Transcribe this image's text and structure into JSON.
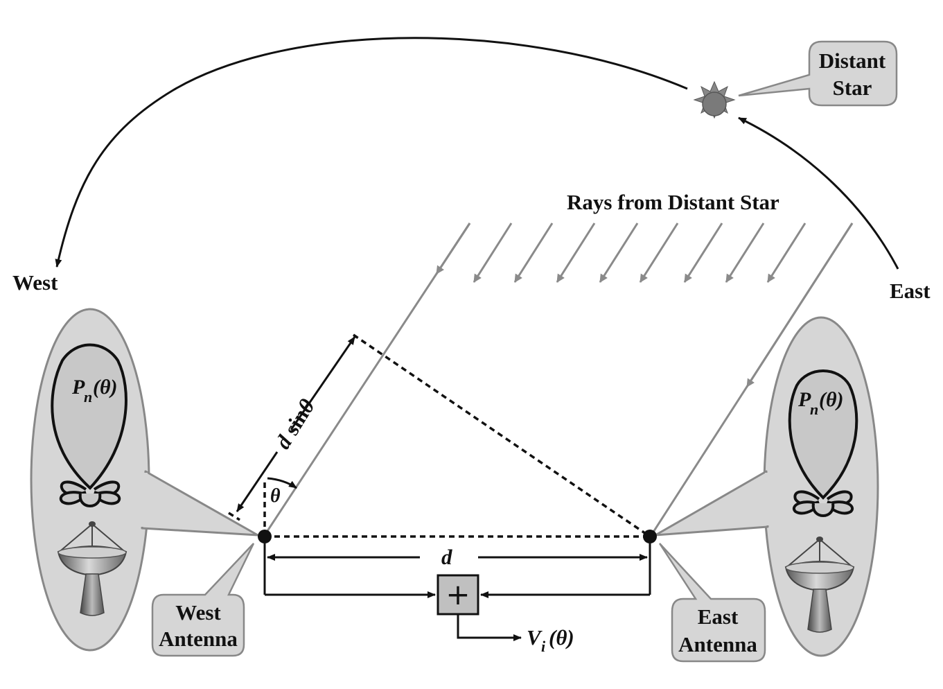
{
  "labels": {
    "west": "West",
    "east": "East",
    "distant_star_1": "Distant",
    "distant_star_2": "Star",
    "rays": "Rays from Distant Star",
    "west_antenna_1": "West",
    "west_antenna_2": "Antenna",
    "east_antenna_1": "East",
    "east_antenna_2": "Antenna",
    "d": "d",
    "d_sin_theta_d": "d",
    "d_sin_theta_sin": "sin",
    "theta": "θ",
    "pattern_P": "P",
    "pattern_n": "n",
    "pattern_arg": "(θ)",
    "output_V": "V",
    "output_i": "i",
    "output_arg": "(θ)",
    "adder_symbol": "+"
  },
  "colors": {
    "ink": "#111111",
    "gray_fill": "#d6d6d6",
    "pattern_fill": "#c8c8c8",
    "ray_gray": "#8a8a8a",
    "star": "#7a7a7a"
  }
}
